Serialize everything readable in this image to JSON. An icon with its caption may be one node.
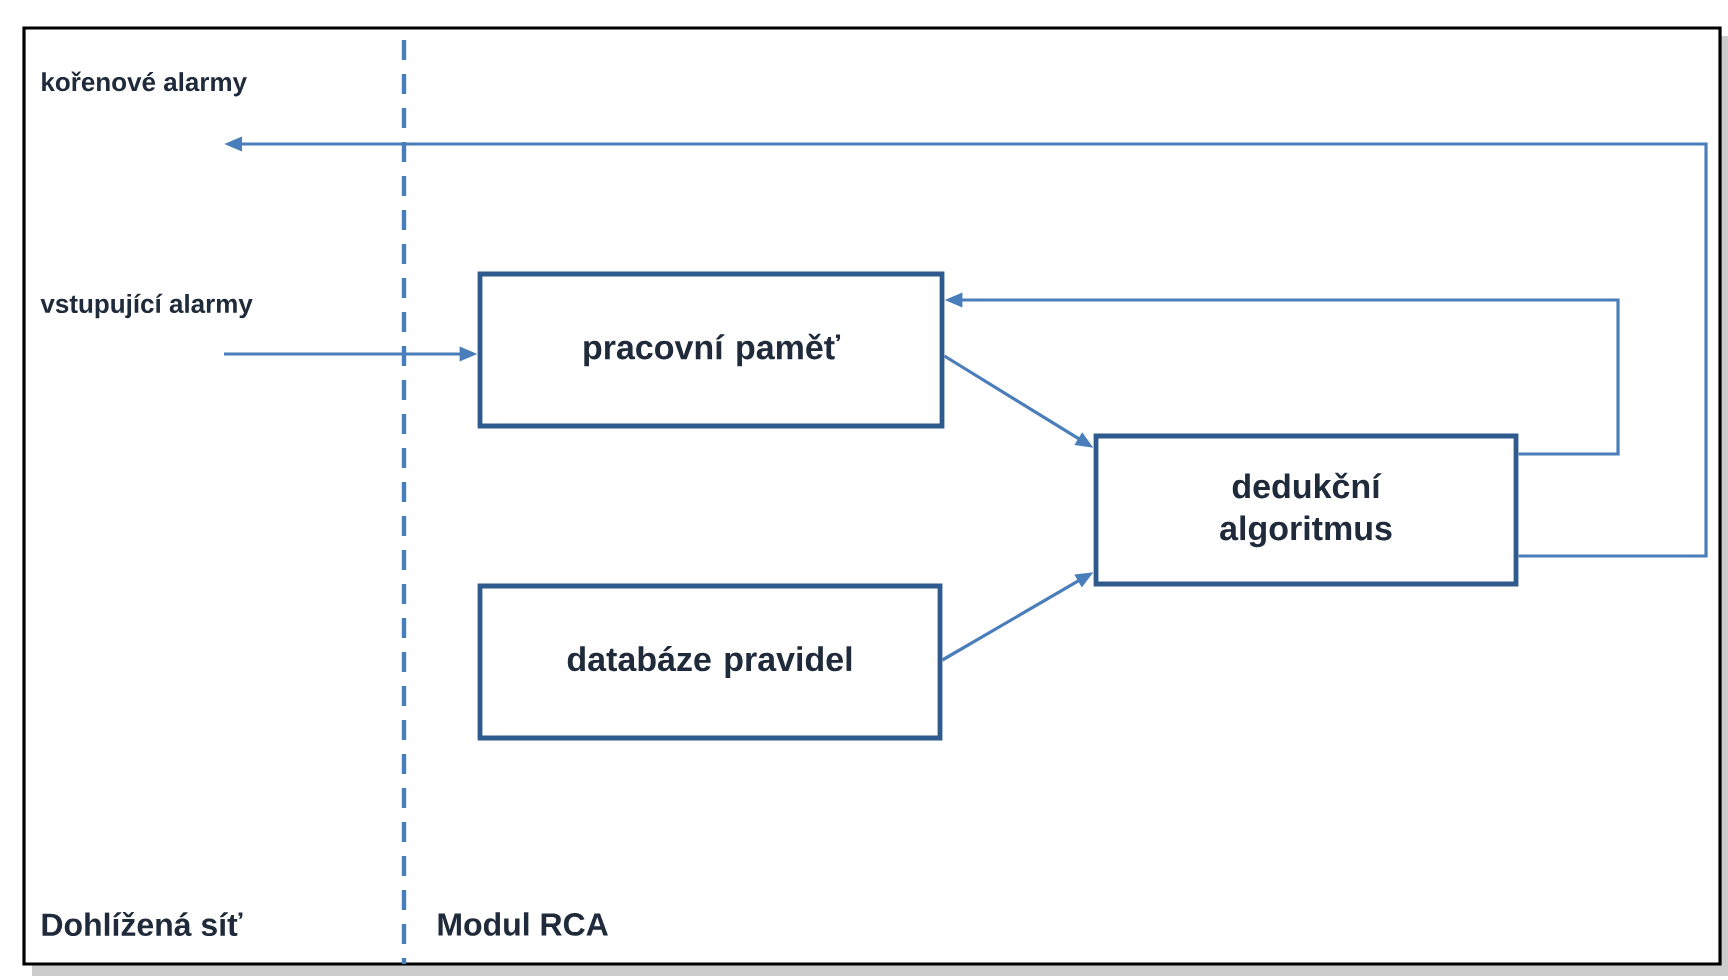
{
  "diagram": {
    "nodes": [
      {
        "text": [
          "pracovní paměť"
        ]
      },
      {
        "text": [
          "databáze pravidel"
        ]
      },
      {
        "text": [
          "dedukční algoritmus"
        ]
      }
    ],
    "edges": [
      {
        "from": 0,
        "to": 2,
        "arrow": "to"
      },
      {
        "from": 1,
        "to": 2,
        "arrow": "to"
      },
      {
        "from": 2,
        "to": 0,
        "arrow": "to"
      },
      {
        "from": 2,
        "to": null,
        "arrow": "to"
      },
      {
        "from": null,
        "to": 0,
        "arrow": "to"
      }
    ],
    "labels": [
      "kořenové alarmy",
      "vstupující alarmy",
      "Dohlížená síť",
      "Modul RCA"
    ]
  }
}
